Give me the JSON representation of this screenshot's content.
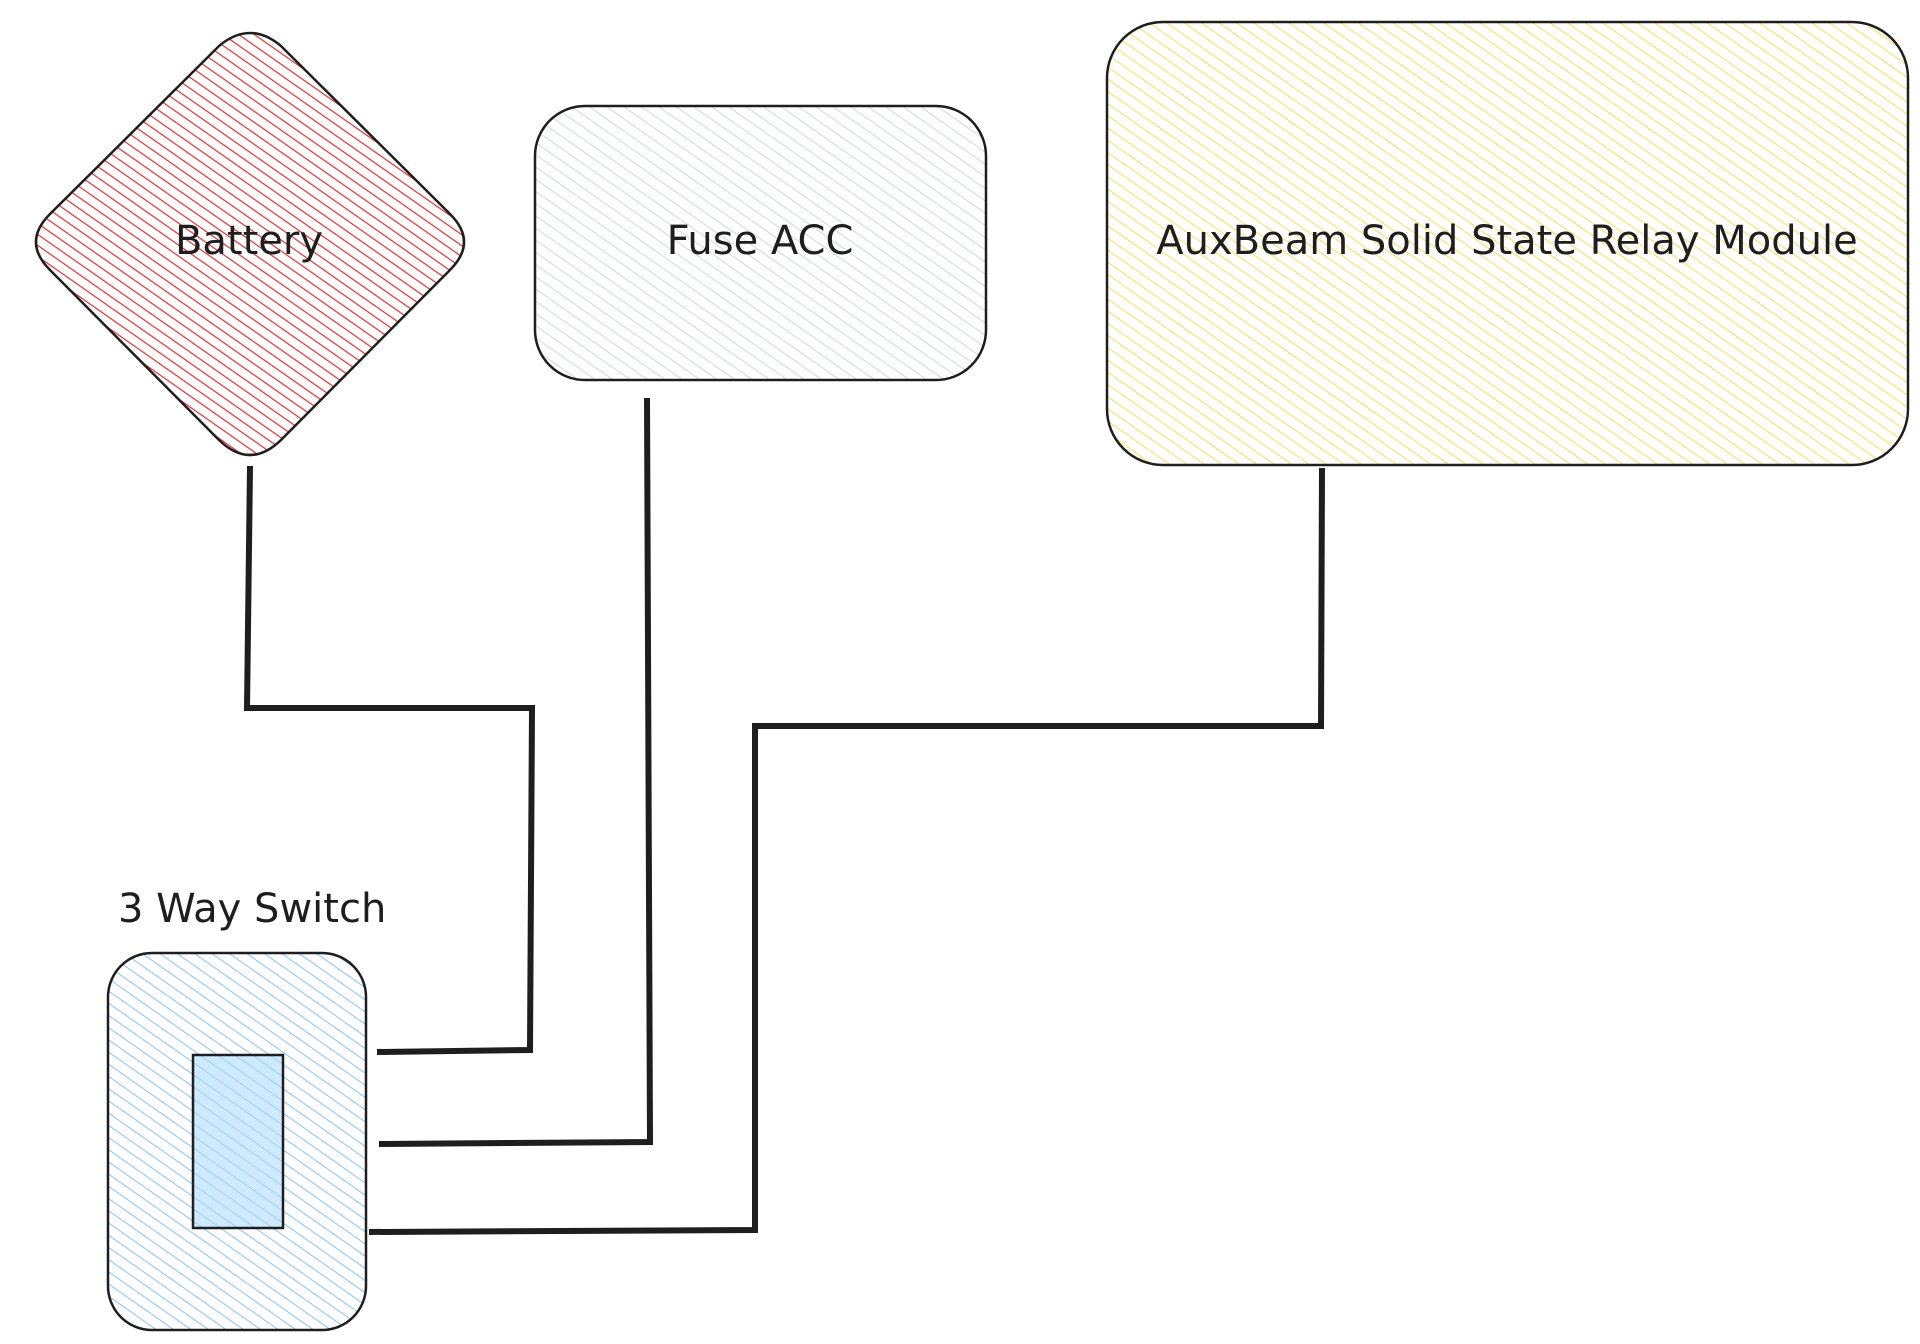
{
  "nodes": {
    "battery": {
      "label": "Battery",
      "color": "#e03131"
    },
    "fuse": {
      "label": "Fuse ACC",
      "color": "#ced4da"
    },
    "relay": {
      "label": "AuxBeam Solid State Relay Module",
      "color": "#ffec99"
    },
    "switch": {
      "label": "3 Way Switch",
      "color": "#a5d8ff"
    }
  },
  "colors": {
    "stroke": "#1e1e1e",
    "background": "#ffffff"
  }
}
